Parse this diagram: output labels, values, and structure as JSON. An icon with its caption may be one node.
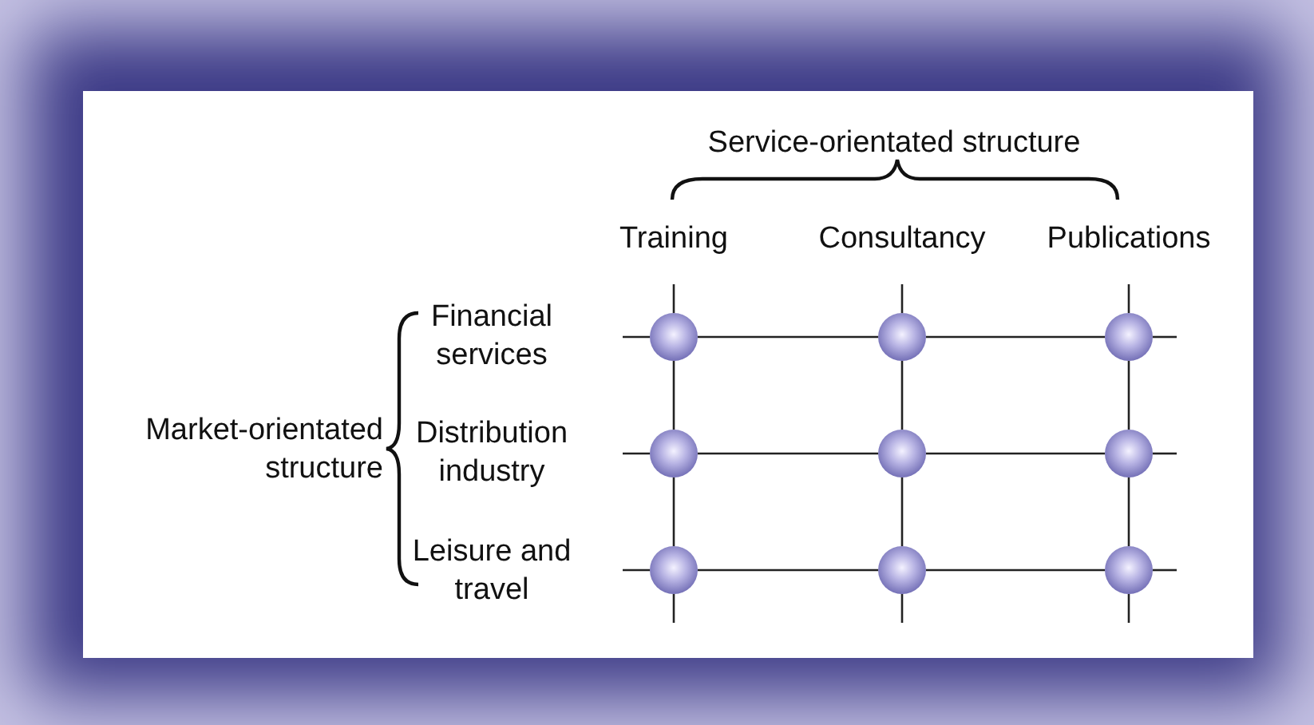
{
  "diagram": {
    "nodes": [
      {
        "text": [],
        "shape": "circle"
      },
      {
        "text": [],
        "shape": "circle"
      },
      {
        "text": [],
        "shape": "circle"
      },
      {
        "text": [],
        "shape": "circle"
      },
      {
        "text": [],
        "shape": "circle"
      },
      {
        "text": [],
        "shape": "circle"
      },
      {
        "text": [],
        "shape": "circle"
      },
      {
        "text": [],
        "shape": "circle"
      },
      {
        "text": [],
        "shape": "circle"
      }
    ],
    "edges": [
      {
        "from": 0,
        "to": 1,
        "arrow": "none"
      },
      {
        "from": 1,
        "to": 2,
        "arrow": "none"
      },
      {
        "from": 3,
        "to": 4,
        "arrow": "none"
      },
      {
        "from": 4,
        "to": 5,
        "arrow": "none"
      },
      {
        "from": 6,
        "to": 7,
        "arrow": "none"
      },
      {
        "from": 7,
        "to": 8,
        "arrow": "none"
      },
      {
        "from": 0,
        "to": 3,
        "arrow": "none"
      },
      {
        "from": 3,
        "to": 6,
        "arrow": "none"
      },
      {
        "from": 1,
        "to": 4,
        "arrow": "none"
      },
      {
        "from": 4,
        "to": 7,
        "arrow": "none"
      },
      {
        "from": 2,
        "to": 5,
        "arrow": "none"
      },
      {
        "from": 5,
        "to": 8,
        "arrow": "none"
      }
    ],
    "labels": [
      "Service-orientated structure",
      "Training",
      "Consultancy",
      "Publications",
      "Financial services",
      "Distribution industry",
      "Leisure and travel",
      "Market-orientated structure"
    ]
  }
}
